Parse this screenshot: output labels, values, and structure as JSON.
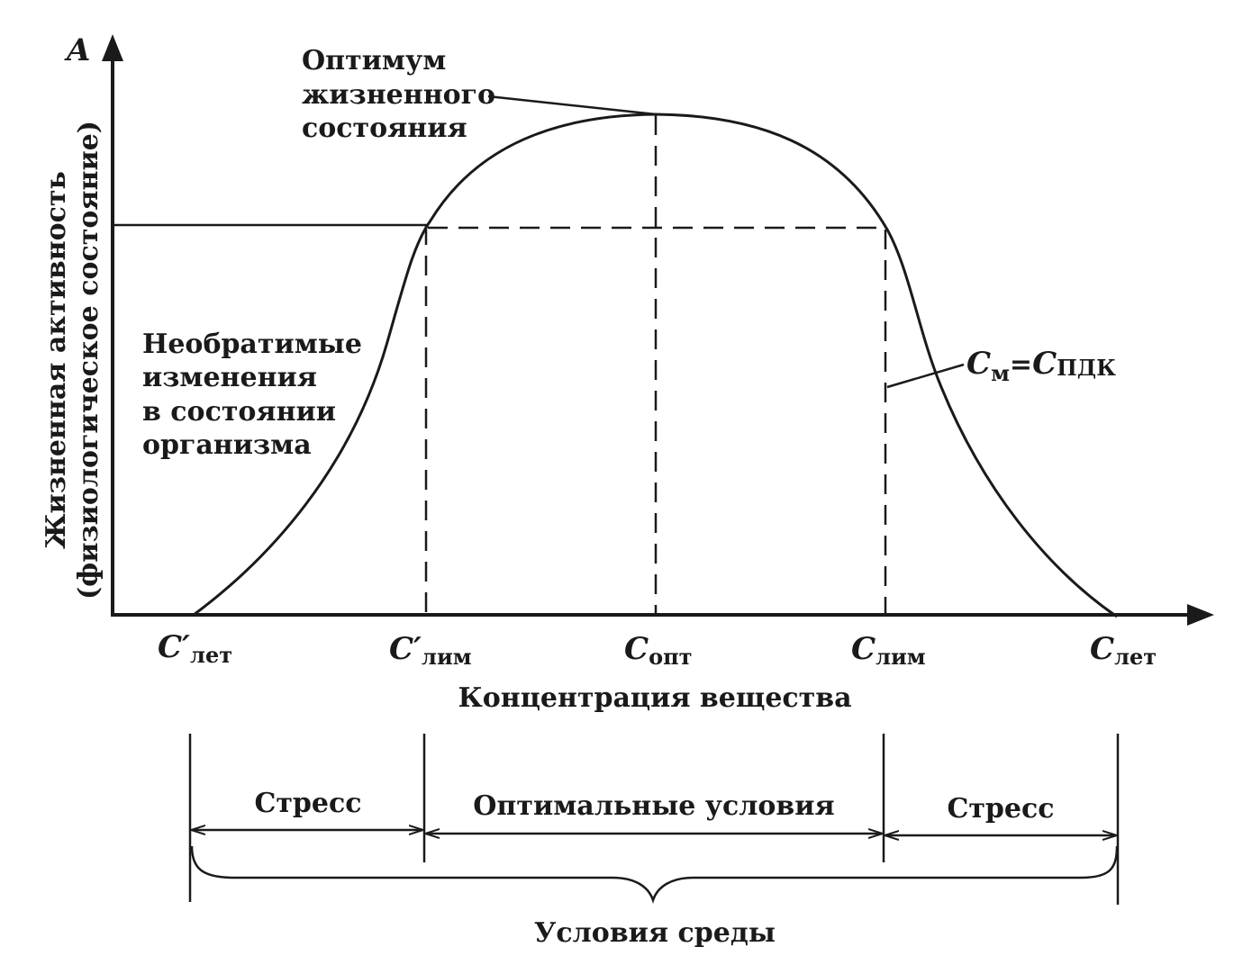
{
  "y_axis": {
    "letter": "A",
    "label_line1": "Жизненная активность",
    "label_line2": "(физиологическое состояние)"
  },
  "x_axis": {
    "label": "Концентрация вещества",
    "ticks": [
      {
        "sym": "C′",
        "sub": "лет"
      },
      {
        "sym": "C′",
        "sub": "лим"
      },
      {
        "sym": "C",
        "sub": "опт"
      },
      {
        "sym": "C",
        "sub": "лим"
      },
      {
        "sym": "C",
        "sub": "лет"
      }
    ]
  },
  "annotations": {
    "optimum": [
      "Оптимум",
      "жизненного",
      "состояния"
    ],
    "irreversible": [
      "Необратимые",
      "изменения",
      "в состоянии",
      "организма"
    ],
    "mpc": {
      "left_sym": "C",
      "left_sub": "м",
      "equals": "=",
      "right_sym": "C",
      "right_sub": "ПДК"
    }
  },
  "zones": {
    "stress_left": "Стресс",
    "optimal": "Оптимальные условия",
    "stress_right": "Стресс",
    "environment": "Условия среды"
  }
}
